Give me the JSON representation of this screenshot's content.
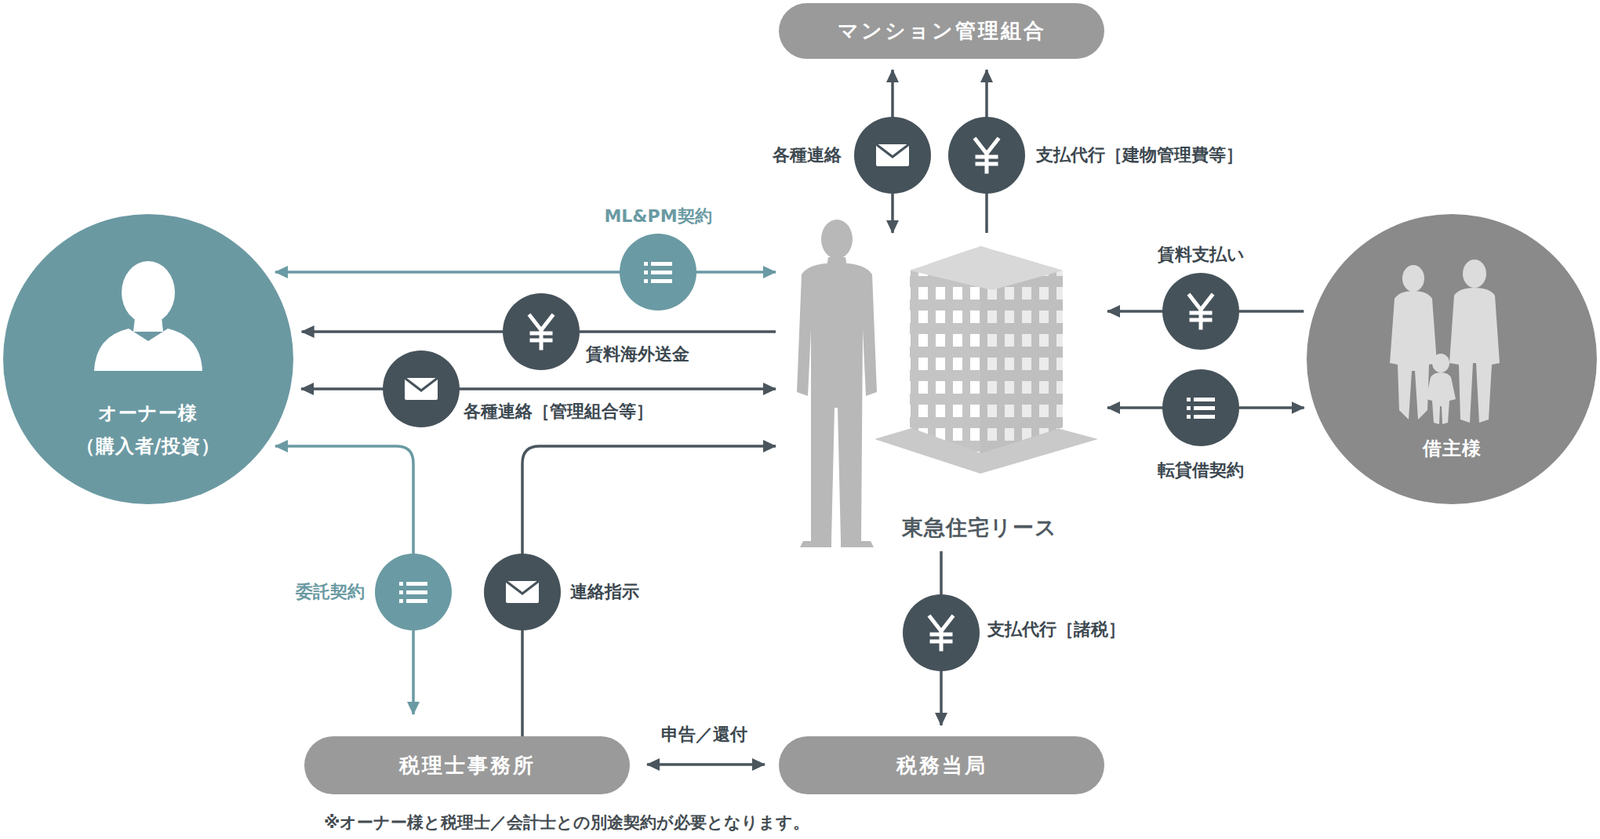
{
  "diagram": {
    "nodes": [
      {
        "text": [
          "オーナー様",
          "（購入者/投資）"
        ]
      },
      {
        "text": [
          "マンション管理組合"
        ]
      },
      {
        "text": [
          "東急住宅リース"
        ]
      },
      {
        "text": [
          "借主様"
        ]
      },
      {
        "text": [
          "税理士事務所"
        ]
      },
      {
        "text": [
          "税務当局"
        ]
      }
    ],
    "edges": [
      {
        "from": 2,
        "to": 1,
        "label": "各種連絡",
        "arrow": "both"
      },
      {
        "from": 2,
        "to": 1,
        "label": "支払代行［建物管理費等］",
        "arrow": "to"
      },
      {
        "from": 0,
        "to": 2,
        "label": "ML&PM契約",
        "arrow": "both"
      },
      {
        "from": 2,
        "to": 0,
        "label": "賃料海外送金",
        "arrow": "to"
      },
      {
        "from": 0,
        "to": 2,
        "label": "各種連絡［管理組合等］",
        "arrow": "both"
      },
      {
        "from": 3,
        "to": 2,
        "label": "賃料支払い",
        "arrow": "to"
      },
      {
        "from": 2,
        "to": 3,
        "label": "転貸借契約",
        "arrow": "both"
      },
      {
        "from": 0,
        "to": 4,
        "label": "委託契約",
        "arrow": "both"
      },
      {
        "from": 4,
        "to": 2,
        "label": "連絡指示",
        "arrow": "to"
      },
      {
        "from": 2,
        "to": 5,
        "label": "支払代行［諸税］",
        "arrow": "to"
      },
      {
        "from": 4,
        "to": 5,
        "label": "申告／還付",
        "arrow": "both"
      }
    ],
    "labels": [
      "※オーナー様と税理士／会計士との別途契約が必要となります。"
    ]
  }
}
